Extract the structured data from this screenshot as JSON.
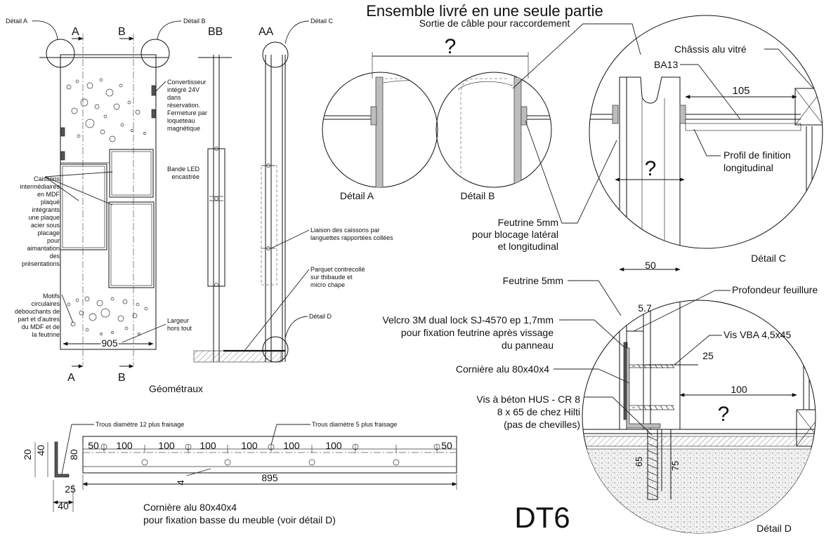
{
  "title": "Ensemble livré en une seule partie",
  "sheet_id": "DT6",
  "elevation": {
    "caption": "Géométraux",
    "section_marks": {
      "a": "A",
      "b": "B",
      "aa": "AA",
      "bb": "BB"
    },
    "width_dimension": "905",
    "width_note": [
      "Largeur",
      "hors tout"
    ]
  },
  "detail_labels": {
    "a": "Détail A",
    "b": "Détail B",
    "c": "Détail C",
    "d": "Détail D"
  },
  "notes": {
    "convertisseur": [
      "Convertisseur",
      "intégré 24V",
      "dans",
      "réservation.",
      "Fermeture par",
      "loqueteau",
      "magnétique"
    ],
    "caissons": [
      "Caissons",
      "intermédiaires",
      "en MDF",
      "plaqué",
      "intégrants",
      "une plaque",
      "acier sous",
      "placage",
      "pour",
      "aimantation",
      "des",
      "présentations"
    ],
    "motifs": [
      "Motifs",
      "circulaires",
      "débouchants de",
      "part et d'autres",
      "du MDF et de",
      "la feutrine"
    ],
    "bande_led": [
      "Bande LED",
      "encastrée"
    ],
    "liaison": [
      "Liaison des caissons par",
      "languettes rapportées collées"
    ],
    "parquet": [
      "Parquet contrecollé",
      "sur thibaude et",
      "micro chape"
    ]
  },
  "detail_ab": {
    "question_mark": "?",
    "cable_note": "Sortie de câble pour raccordement",
    "feutrine_note": [
      "Feutrine 5mm",
      "pour blocage latéral",
      "et longitudinal"
    ]
  },
  "detail_c": {
    "chassis": "Châssis alu vitré",
    "ba13": "BA13",
    "dim_105": "105",
    "question_mark": "?",
    "profil": [
      "Profil de finition",
      "longitudinal"
    ]
  },
  "detail_d": {
    "dim_50": "50",
    "feutrine": "Feutrine 5mm",
    "profondeur": "Profondeur feuillure",
    "dim_57": "5.7",
    "velcro": [
      "Velcro 3M dual lock SJ-4570 ep 1,7mm",
      "pour fixation feutrine après vissage",
      "du panneau"
    ],
    "vis_vba": "Vis VBA 4,5x45",
    "dim_25": "25",
    "corniere": "Cornière alu 80x40x4",
    "vis_beton": [
      "Vis à béton HUS - CR 8",
      "8 x 65 de chez Hilti",
      "(pas de chevilles)"
    ],
    "dim_100": "100",
    "question_mark": "?",
    "dim_65": "65",
    "dim_75": "75"
  },
  "angle": {
    "trous12": "Trous diamètre 12 plus fraisage",
    "trous5": "Trous diamètre 5 plus fraisage",
    "dims_row": [
      "50",
      "100",
      "100",
      "100",
      "100",
      "100",
      "100",
      "50"
    ],
    "total": "895",
    "dim_4": "4",
    "dim_20": "20",
    "dim_40v": "40",
    "dim_80": "80",
    "dim_25": "25",
    "dim_40h": "40",
    "caption": [
      "Cornière alu 80x40x4",
      "pour fixation basse du meuble (voir détail D)"
    ]
  }
}
